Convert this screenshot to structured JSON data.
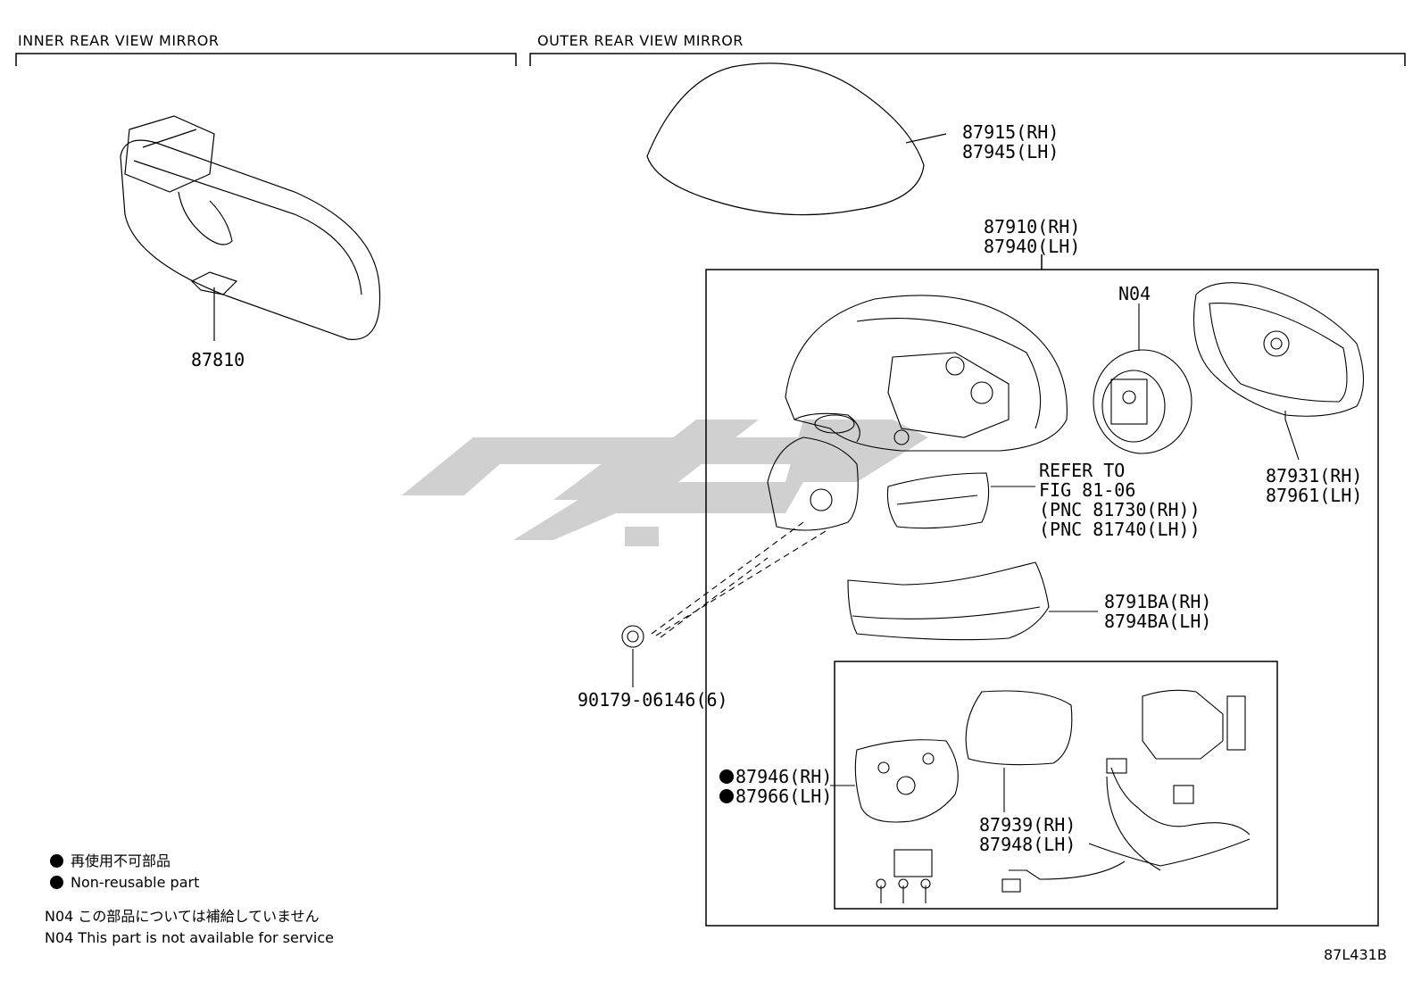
{
  "sections": {
    "inner": "INNER REAR VIEW MIRROR",
    "outer": "OUTER REAR VIEW MIRROR"
  },
  "parts": {
    "inner_mirror": "87810",
    "cover": {
      "rh": "87915(RH)",
      "lh": "87945(LH)"
    },
    "assembly": {
      "rh": "87910(RH)",
      "lh": "87940(LH)"
    },
    "n04": "N04",
    "mirror_sub": {
      "rh": "87931(RH)",
      "lh": "87961(LH)"
    },
    "refer": {
      "line1": "REFER TO",
      "line2": "FIG 81-06",
      "line3": "(PNC 81730(RH))",
      "line4": "(PNC 81740(LH))"
    },
    "garnish": {
      "rh": "8791BA(RH)",
      "lh": "8794BA(LH)"
    },
    "nut": "90179-06146(6)",
    "bracket": {
      "rh": "87946(RH)",
      "lh": "87966(LH)"
    },
    "housing_cover": {
      "rh": "87939(RH)",
      "lh": "87948(LH)"
    }
  },
  "legend": {
    "nonreusable_jp": "再使用不可部品",
    "nonreusable_en": "Non-reusable part",
    "n04_jp": "N04 この部品については補給していません",
    "n04_en": "N04 This part is not available for service"
  },
  "figure_id": "87L431B",
  "colors": {
    "line": "#000000",
    "watermark": "#c8c8c8"
  }
}
